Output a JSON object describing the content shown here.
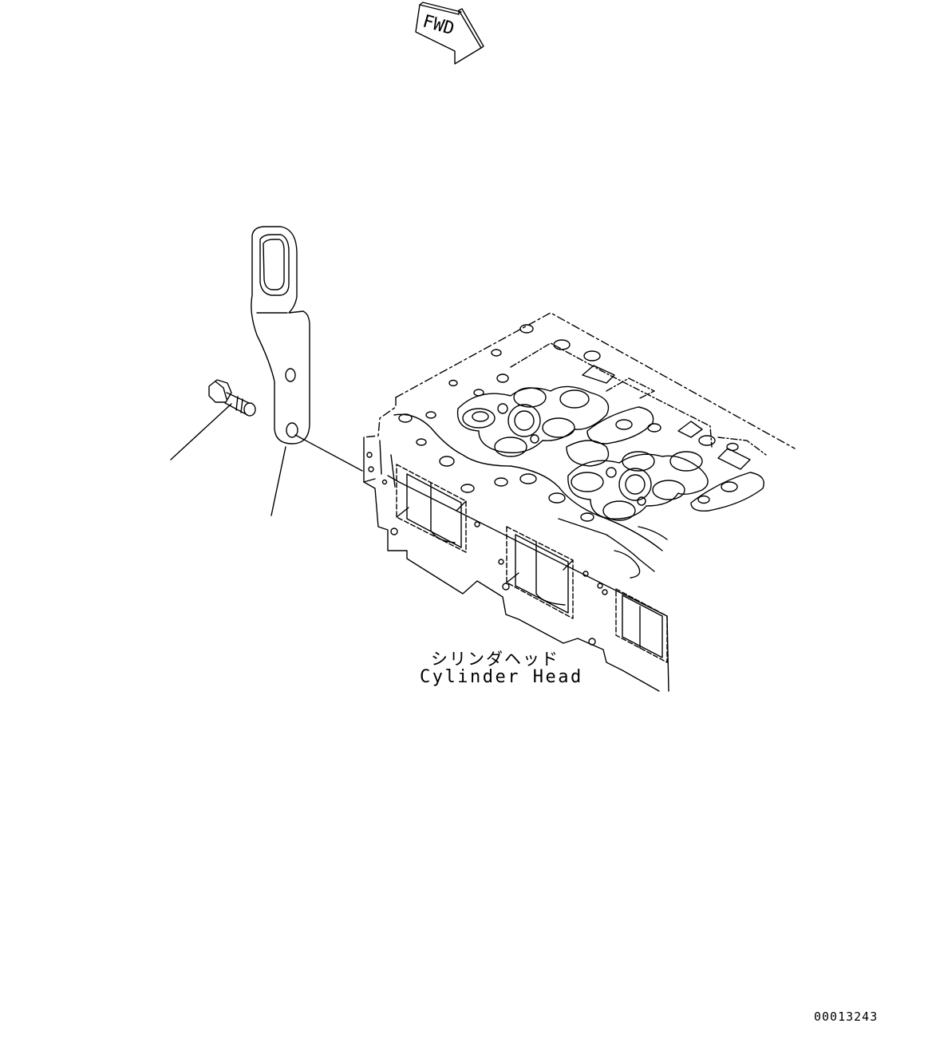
{
  "fwd_arrow": {
    "text": "FWD"
  },
  "component": {
    "name_jp": "シリンダヘッド",
    "name_en": "Cylinder Head"
  },
  "drawing_number": "00013243",
  "colors": {
    "line": "#000000",
    "background": "#ffffff"
  }
}
